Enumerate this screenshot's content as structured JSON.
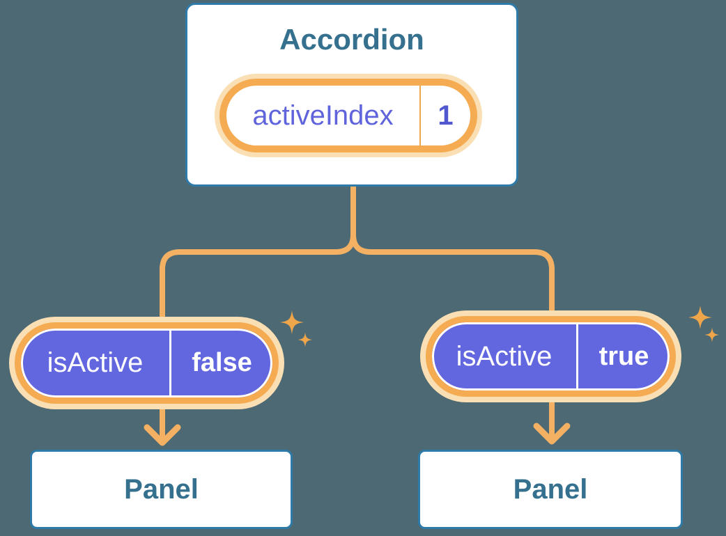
{
  "diagram": {
    "description": "React component tree showing state passed down as props",
    "colors": {
      "background": "#4D6973",
      "card_fill": "#FFFFFF",
      "card_border_blue": "#2E7AA8",
      "heading_blue": "#36708F",
      "line_orange": "#F5B163",
      "ring_orange": "#F4AB52",
      "glow_orange": "#FBDFB4",
      "sparkle_orange": "#EFA64A",
      "pill_purple": "#6267E0",
      "state_text_purple": "#6064DC",
      "state_value_purple": "#5157CE"
    },
    "accordion": {
      "title": "Accordion",
      "state": {
        "label": "activeIndex",
        "value": "1"
      }
    },
    "children": [
      {
        "prop": {
          "label": "isActive",
          "value": "false"
        },
        "component": "Panel"
      },
      {
        "prop": {
          "label": "isActive",
          "value": "true"
        },
        "component": "Panel"
      }
    ]
  }
}
